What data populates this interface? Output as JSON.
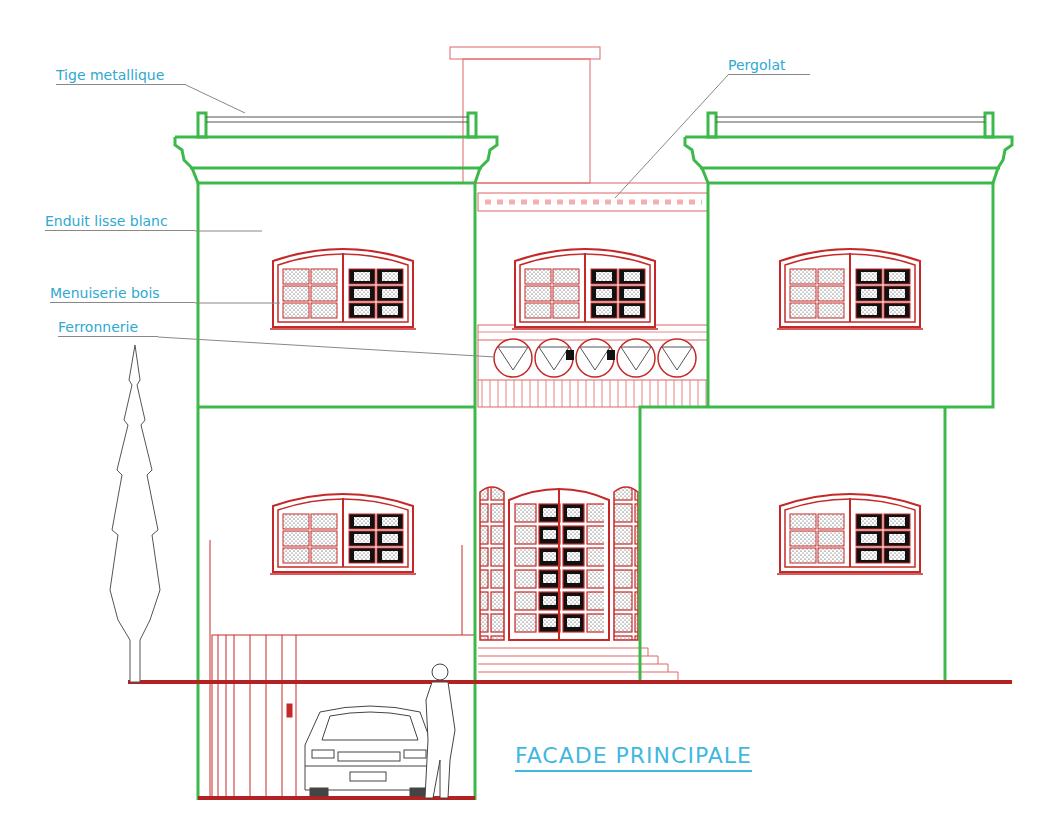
{
  "diagram": {
    "title": "FACADE PRINCIPALE",
    "labels": [
      "Tige metallique",
      "Pergolat",
      "Enduit lisse blanc",
      "Menuiserie bois",
      "Ferronnerie"
    ]
  }
}
